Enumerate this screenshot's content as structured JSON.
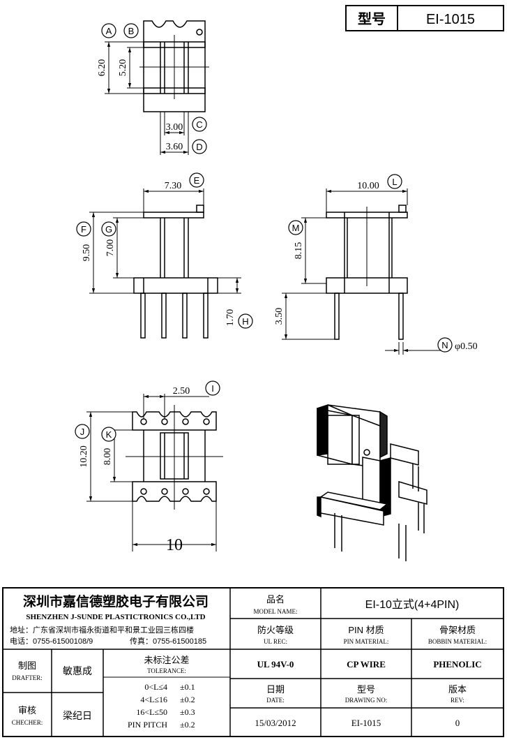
{
  "header": {
    "model_label": "型号",
    "model_value": "EI-1015"
  },
  "drawing": {
    "callouts": [
      "A",
      "B",
      "C",
      "D",
      "E",
      "F",
      "G",
      "H",
      "I",
      "J",
      "K",
      "L",
      "M",
      "N"
    ],
    "dims": {
      "A": "6.20",
      "B": "5.20",
      "C": "3.00",
      "D": "3.60",
      "E": "7.30",
      "F": "9.50",
      "G": "7.00",
      "H": "1.70",
      "I": "2.50",
      "J": "10.20",
      "K": "8.00",
      "width": "10",
      "L": "10.00",
      "M": "8.15",
      "pin_len": "3.50",
      "N": "φ0.50"
    }
  },
  "company": {
    "name_cn": "深圳市嘉信德塑胶电子有限公司",
    "name_en": "SHENZHEN J-SUNDE PLASTICTRONICS CO.,LTD",
    "address": "地址：广东省深圳市福永街道和平和景工业园三栋四楼",
    "tel": "电话：0755-61500108/9",
    "fax": "传真：0755-61500185"
  },
  "title_block": {
    "model_name_cn": "品名",
    "model_name_en": "MODEL NAME:",
    "model_name_value": "EI-10立式(4+4PIN)",
    "ul_rec_cn": "防火等级",
    "ul_rec_en": "UL REC:",
    "ul_rec_value": "UL 94V-0",
    "pin_mat_cn": "PIN 材质",
    "pin_mat_en": "PIN MATERIAL:",
    "pin_mat_value": "CP WIRE",
    "bobbin_mat_cn": "骨架材质",
    "bobbin_mat_en": "BOBBIN MATERIAL:",
    "bobbin_mat_value": "PHENOLIC",
    "drafter_cn": "制图",
    "drafter_en": "DRAFTER:",
    "drafter_value": "敏惠成",
    "checker_cn": "审核",
    "checker_en": "CHECHER:",
    "checker_value": "梁纪日",
    "tolerance_cn": "未标注公差",
    "tolerance_en": "TOLERANCE:",
    "tolerance_rows": [
      {
        "range": "0<L≤4",
        "value": "±0.1"
      },
      {
        "range": "4<L≤16",
        "value": "±0.2"
      },
      {
        "range": "16<L≤50",
        "value": "±0.3"
      },
      {
        "range": "PIN PITCH",
        "value": "±0.2"
      }
    ],
    "date_cn": "日期",
    "date_en": "DATE:",
    "date_value": "15/03/2012",
    "drawing_no_cn": "型号",
    "drawing_no_en": "DRAWING NO:",
    "drawing_no_value": "EI-1015",
    "rev_cn": "版本",
    "rev_en": "REV:",
    "rev_value": "0"
  }
}
